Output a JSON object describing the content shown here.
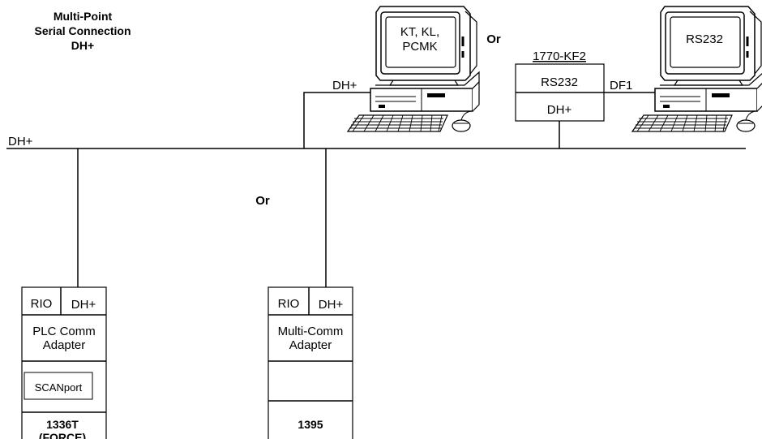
{
  "title": [
    "Multi-Point",
    "Serial Connection",
    "DH+"
  ],
  "bus_label": "DH+",
  "or_top": "Or",
  "or_middle": "Or",
  "pc1": {
    "screen_lines": [
      "KT, KL,",
      "PCMK"
    ],
    "link_label": "DH+"
  },
  "kf2": {
    "title": "1770-KF2",
    "top_label": "RS232",
    "bottom_label": "DH+",
    "link_label": "DF1"
  },
  "pc2": {
    "screen_text": "RS232"
  },
  "drive1": {
    "port_left": "RIO",
    "port_right": "DH+",
    "adapter_lines": [
      "PLC Comm",
      "Adapter"
    ],
    "scanport": "SCANport",
    "model_lines": [
      "1336T",
      "(FORCE)"
    ]
  },
  "drive2": {
    "port_left": "RIO",
    "port_right": "DH+",
    "adapter_lines": [
      "Multi-Comm",
      "Adapter"
    ],
    "model": "1395"
  }
}
